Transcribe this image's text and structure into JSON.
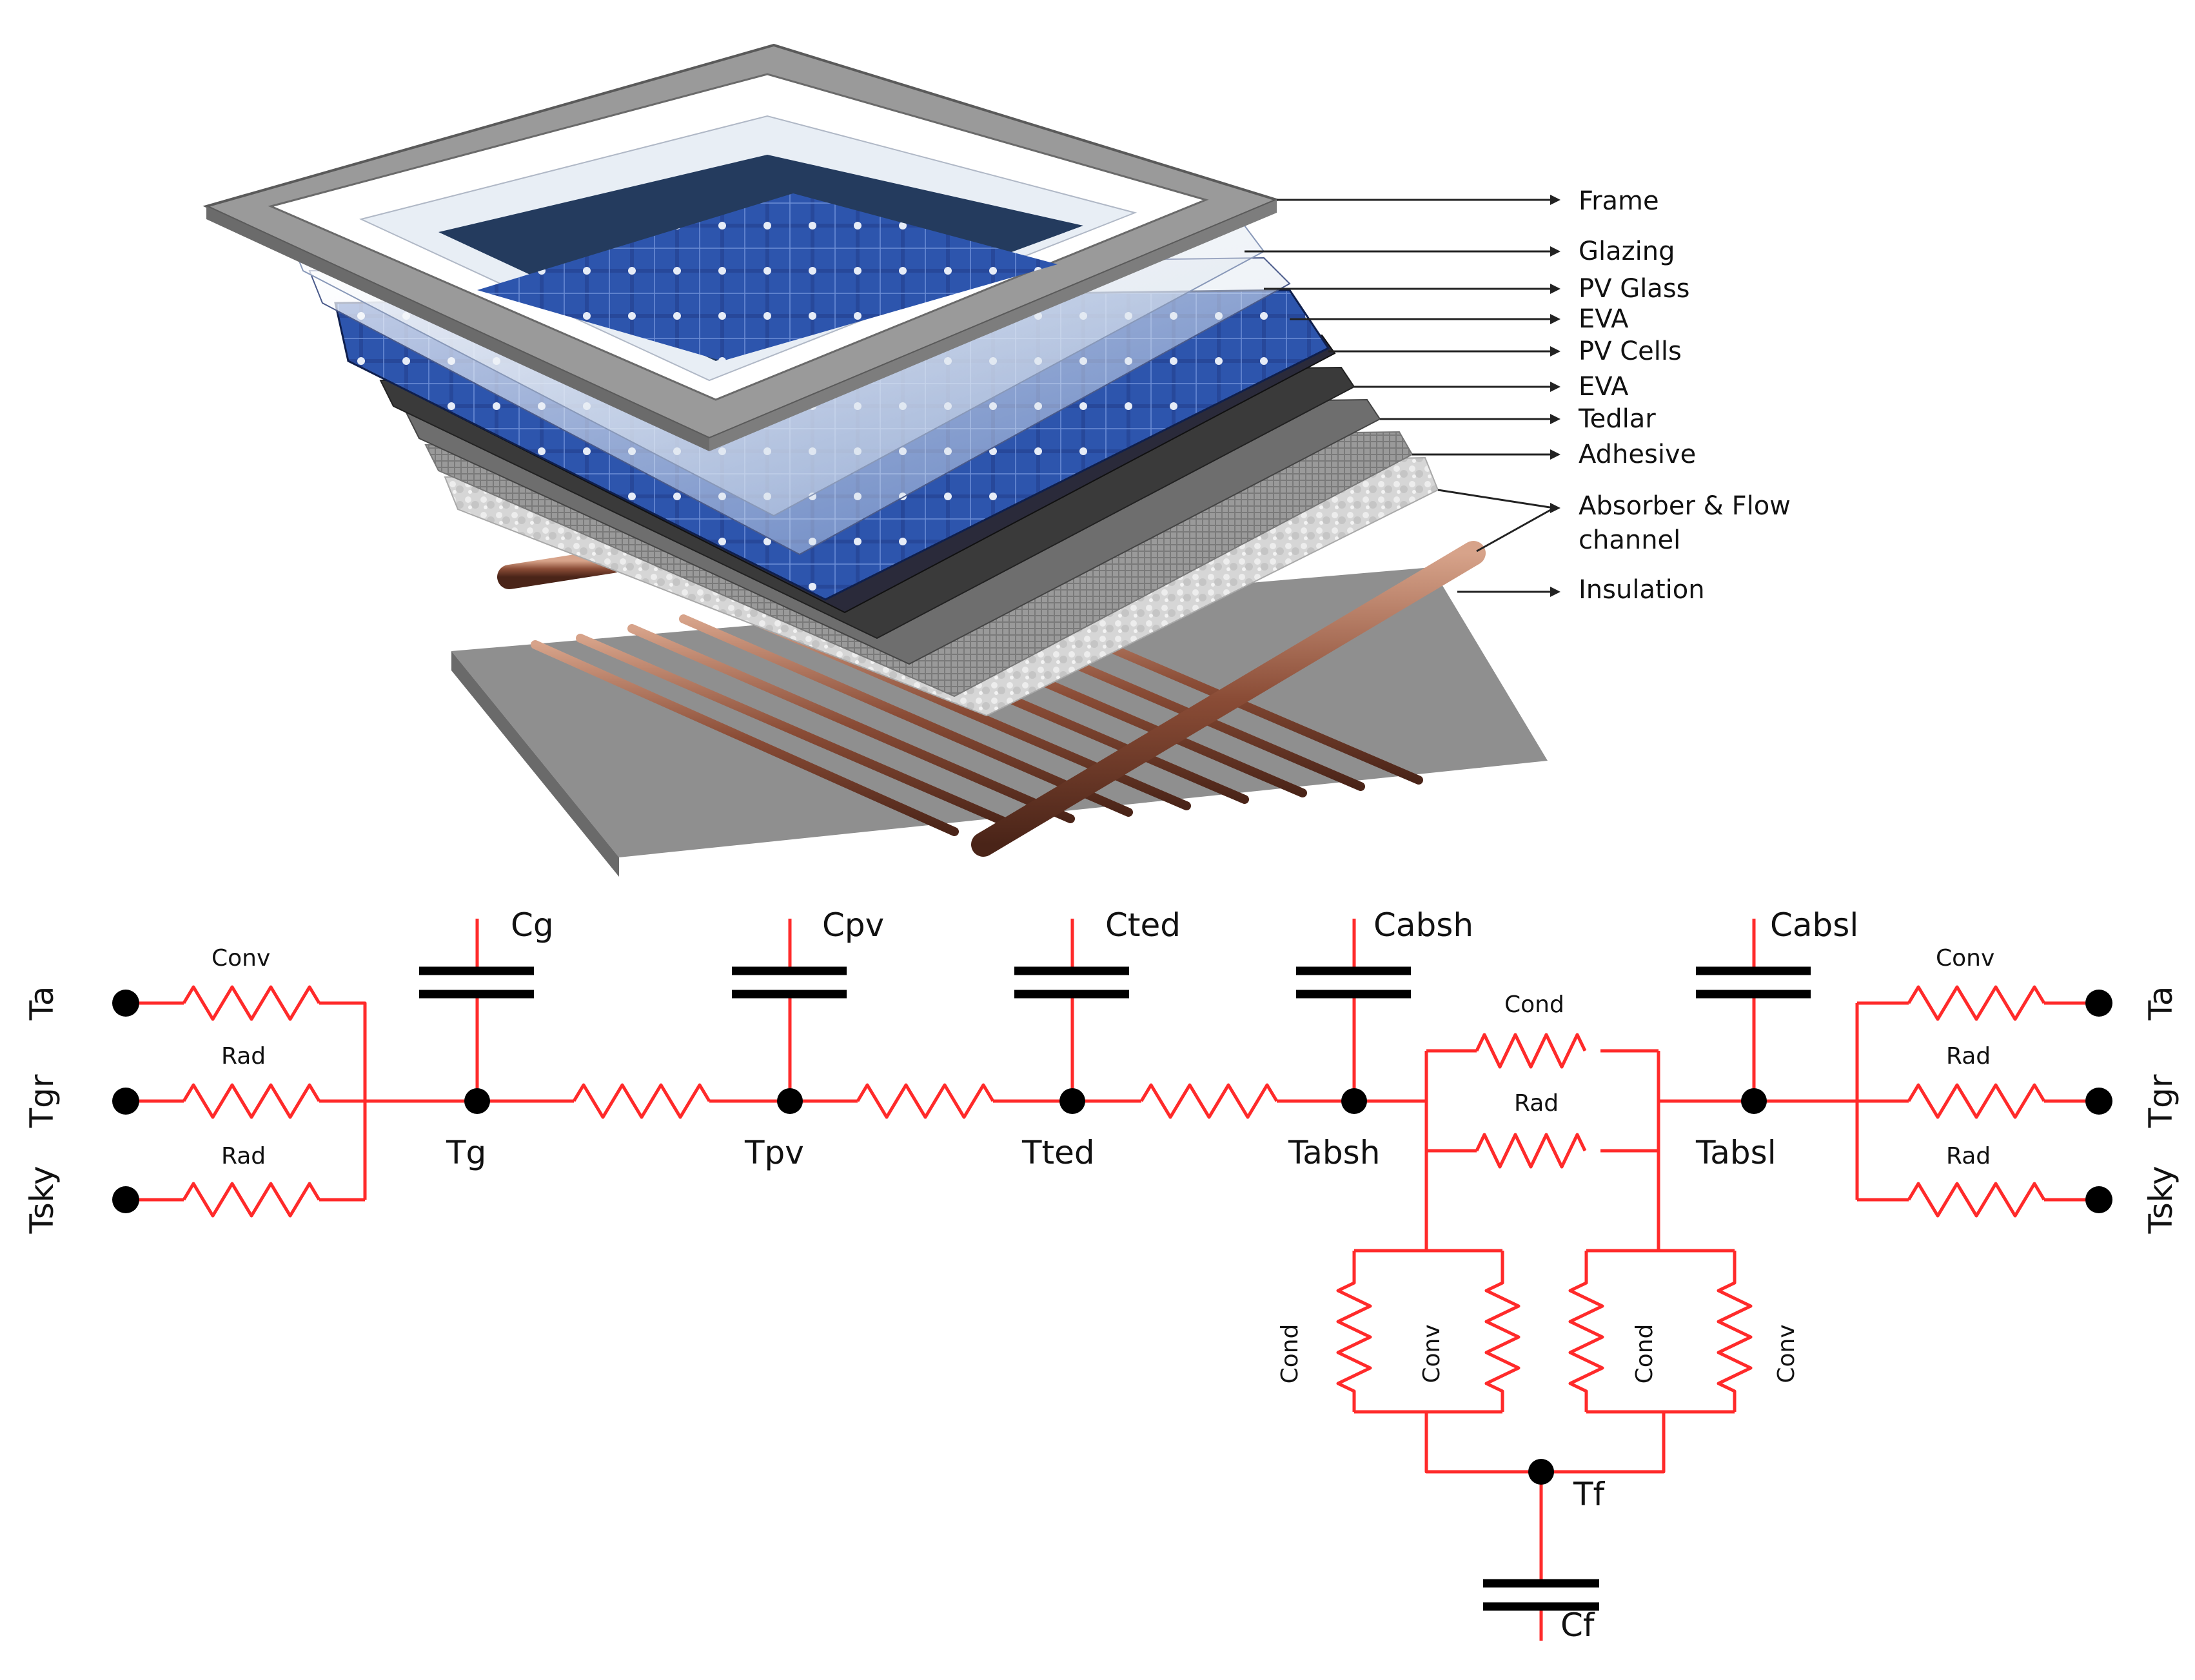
{
  "layers": [
    "Frame",
    "Glazing",
    "PV Glass",
    "EVA",
    "PV Cells",
    "EVA",
    "Tedlar",
    "Adhesive",
    "Absorber & Flow",
    "channel",
    "Insulation"
  ],
  "nodes": {
    "tg": "Tg",
    "tpv": "Tpv",
    "tted": "Tted",
    "tabsh": "Tabsh",
    "tabsl": "Tabsl",
    "tf": "Tf"
  },
  "capacitors": {
    "cg": "Cg",
    "cpv": "Cpv",
    "cted": "Cted",
    "cabsh": "Cabsh",
    "cabsl": "Cabsl",
    "cf": "Cf"
  },
  "terminals": {
    "ta": "Ta",
    "tgr": "Tgr",
    "tsky": "Tsky"
  },
  "resistors": {
    "conv": "Conv",
    "rad": "Rad",
    "cond": "Cond"
  },
  "colors": {
    "circuit": "#ff2a2a",
    "panel_blue": "#1f3f86",
    "frame": "#8a8a8a"
  }
}
